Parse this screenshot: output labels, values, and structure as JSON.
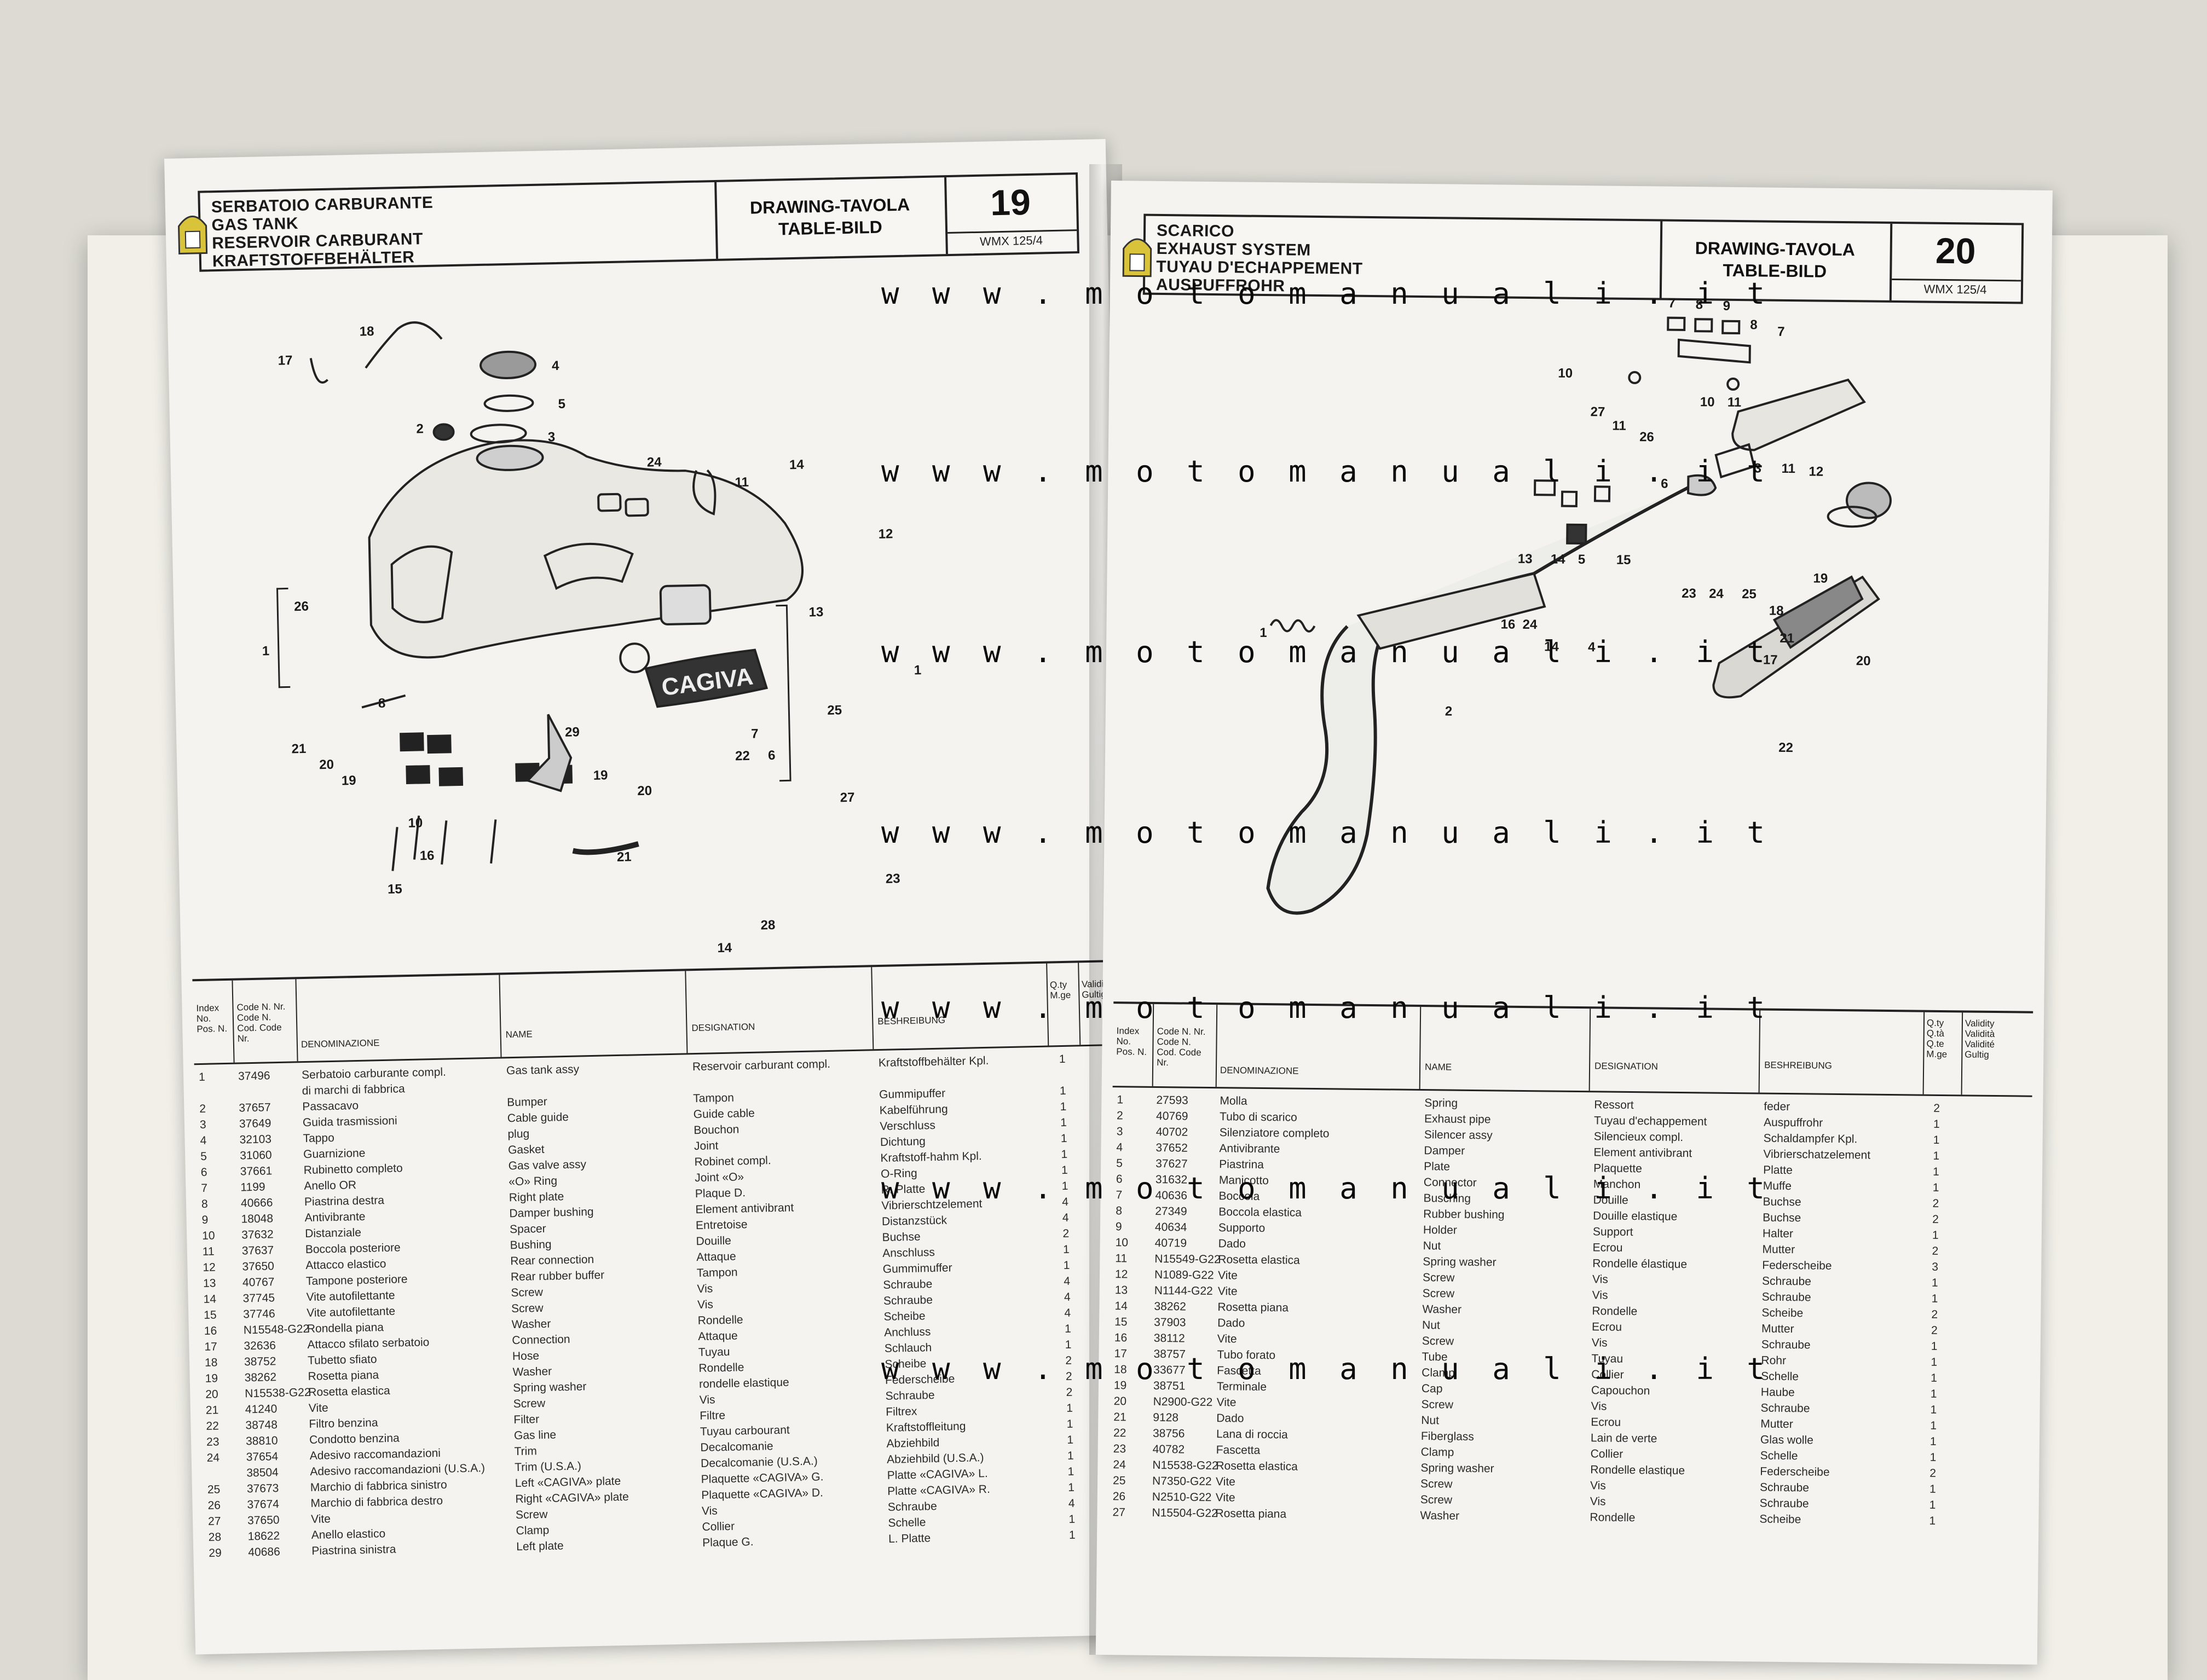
{
  "watermark": "w w w . m o t o m a n u a l i . i t",
  "left_page": {
    "header": {
      "names": [
        "SERBATOIO CARBURANTE",
        "GAS TANK",
        "RESERVOIR CARBURANT",
        "KRAFTSTOFFBEHÄLTER"
      ],
      "drawing_label": "DRAWING-TAVOLA",
      "table_label": "TABLE-BILD",
      "number": "19",
      "model": "WMX 125/4"
    },
    "callouts": [
      "18",
      "4",
      "17",
      "5",
      "2",
      "3",
      "24",
      "14",
      "11",
      "12",
      "13",
      "1",
      "26",
      "8",
      "29",
      "25",
      "7",
      "22",
      "6",
      "21",
      "20",
      "19",
      "10",
      "16",
      "15",
      "27",
      "23",
      "28",
      "14",
      "21",
      "20",
      "19",
      "1"
    ],
    "table_header": {
      "index": "Index No. Pos. N.",
      "code": "Code N. Nr. Code N. Cod. Code Nr.",
      "denominazione": "DENOMINAZIONE",
      "name": "NAME",
      "designation": "DESIGNATION",
      "beshreibung": "BESHREIBUNG",
      "qty": "Q.ty M.ge",
      "validity": "Validity Gultig"
    },
    "rows": [
      {
        "i": "1",
        "c": "37496",
        "d": "Serbatoio carburante compl.",
        "n": "Gas tank assy",
        "g": "Reservoir carburant compl.",
        "b": "Kraftstoffbehälter Kpl.",
        "q": "1"
      },
      {
        "i": "",
        "c": "",
        "d": "di marchi di fabbrica",
        "n": "",
        "g": "",
        "b": "",
        "q": ""
      },
      {
        "i": "2",
        "c": "37657",
        "d": "Passacavo",
        "n": "Bumper",
        "g": "Tampon",
        "b": "Gummipuffer",
        "q": "1"
      },
      {
        "i": "3",
        "c": "37649",
        "d": "Guida trasmissioni",
        "n": "Cable guide",
        "g": "Guide cable",
        "b": "Kabelführung",
        "q": "1"
      },
      {
        "i": "4",
        "c": "32103",
        "d": "Tappo",
        "n": "plug",
        "g": "Bouchon",
        "b": "Verschluss",
        "q": "1"
      },
      {
        "i": "5",
        "c": "31060",
        "d": "Guarnizione",
        "n": "Gasket",
        "g": "Joint",
        "b": "Dichtung",
        "q": "1"
      },
      {
        "i": "6",
        "c": "37661",
        "d": "Rubinetto completo",
        "n": "Gas valve assy",
        "g": "Robinet compl.",
        "b": "Kraftstoff-hahm Kpl.",
        "q": "1"
      },
      {
        "i": "7",
        "c": "1199",
        "d": "Anello OR",
        "n": "«O» Ring",
        "g": "Joint «O»",
        "b": "O-Ring",
        "q": "1"
      },
      {
        "i": "8",
        "c": "40666",
        "d": "Piastrina destra",
        "n": "Right plate",
        "g": "Plaque D.",
        "b": "R. Platte",
        "q": "1"
      },
      {
        "i": "9",
        "c": "18048",
        "d": "Antivibrante",
        "n": "Damper bushing",
        "g": "Element antivibrant",
        "b": "Vibrierschtzelement",
        "q": "4"
      },
      {
        "i": "10",
        "c": "37632",
        "d": "Distanziale",
        "n": "Spacer",
        "g": "Entretoise",
        "b": "Distanzstück",
        "q": "4"
      },
      {
        "i": "11",
        "c": "37637",
        "d": "Boccola posteriore",
        "n": "Bushing",
        "g": "Douille",
        "b": "Buchse",
        "q": "2"
      },
      {
        "i": "12",
        "c": "37650",
        "d": "Attacco elastico",
        "n": "Rear connection",
        "g": "Attaque",
        "b": "Anschluss",
        "q": "1"
      },
      {
        "i": "13",
        "c": "40767",
        "d": "Tampone posteriore",
        "n": "Rear rubber buffer",
        "g": "Tampon",
        "b": "Gummimuffer",
        "q": "1"
      },
      {
        "i": "14",
        "c": "37745",
        "d": "Vite autofilettante",
        "n": "Screw",
        "g": "Vis",
        "b": "Schraube",
        "q": "4"
      },
      {
        "i": "15",
        "c": "37746",
        "d": "Vite autofilettante",
        "n": "Screw",
        "g": "Vis",
        "b": "Schraube",
        "q": "4"
      },
      {
        "i": "16",
        "c": "N15548-G22",
        "d": "Rondella piana",
        "n": "Washer",
        "g": "Rondelle",
        "b": "Scheibe",
        "q": "4"
      },
      {
        "i": "17",
        "c": "32636",
        "d": "Attacco sfilato serbatoio",
        "n": "Connection",
        "g": "Attaque",
        "b": "Anchluss",
        "q": "1"
      },
      {
        "i": "18",
        "c": "38752",
        "d": "Tubetto sfiato",
        "n": "Hose",
        "g": "Tuyau",
        "b": "Schlauch",
        "q": "1"
      },
      {
        "i": "19",
        "c": "38262",
        "d": "Rosetta piana",
        "n": "Washer",
        "g": "Rondelle",
        "b": "Scheibe",
        "q": "2"
      },
      {
        "i": "20",
        "c": "N15538-G22",
        "d": "Rosetta elastica",
        "n": "Spring washer",
        "g": "rondelle elastique",
        "b": "Federscheibe",
        "q": "2"
      },
      {
        "i": "21",
        "c": "41240",
        "d": "Vite",
        "n": "Screw",
        "g": "Vis",
        "b": "Schraube",
        "q": "2"
      },
      {
        "i": "22",
        "c": "38748",
        "d": "Filtro benzina",
        "n": "Filter",
        "g": "Filtre",
        "b": "Filtrex",
        "q": "1"
      },
      {
        "i": "23",
        "c": "38810",
        "d": "Condotto benzina",
        "n": "Gas line",
        "g": "Tuyau carbourant",
        "b": "Kraftstoffleitung",
        "q": "1"
      },
      {
        "i": "24",
        "c": "37654",
        "d": "Adesivo raccomandazioni",
        "n": "Trim",
        "g": "Decalcomanie",
        "b": "Abziehbild",
        "q": "1"
      },
      {
        "i": "",
        "c": "38504",
        "d": "Adesivo raccomandazioni (U.S.A.)",
        "n": "Trim (U.S.A.)",
        "g": "Decalcomanie (U.S.A.)",
        "b": "Abziehbild (U.S.A.)",
        "q": "1"
      },
      {
        "i": "25",
        "c": "37673",
        "d": "Marchio di fabbrica sinistro",
        "n": "Left «CAGIVA» plate",
        "g": "Plaquette «CAGIVA» G.",
        "b": "Platte «CAGIVA» L.",
        "q": "1"
      },
      {
        "i": "26",
        "c": "37674",
        "d": "Marchio di fabbrica destro",
        "n": "Right «CAGIVA» plate",
        "g": "Plaquette «CAGIVA» D.",
        "b": "Platte «CAGIVA» R.",
        "q": "1"
      },
      {
        "i": "27",
        "c": "37650",
        "d": "Vite",
        "n": "Screw",
        "g": "Vis",
        "b": "Schraube",
        "q": "4"
      },
      {
        "i": "28",
        "c": "18622",
        "d": "Anello elastico",
        "n": "Clamp",
        "g": "Collier",
        "b": "Schelle",
        "q": "1"
      },
      {
        "i": "29",
        "c": "40686",
        "d": "Piastrina sinistra",
        "n": "Left plate",
        "g": "Plaque G.",
        "b": "L. Platte",
        "q": "1"
      }
    ]
  },
  "right_page": {
    "header": {
      "names": [
        "SCARICO",
        "EXHAUST SYSTEM",
        "TUYAU D'ECHAPPEMENT",
        "AUSPUFFROHR"
      ],
      "drawing_label": "DRAWING-TAVOLA",
      "table_label": "TABLE-BILD",
      "number": "20",
      "model": "WMX 125/4"
    },
    "callouts": [
      "7",
      "8",
      "9",
      "8",
      "7",
      "10",
      "10",
      "11",
      "27",
      "11",
      "26",
      "3",
      "11",
      "12",
      "6",
      "13",
      "14",
      "5",
      "15",
      "23",
      "24",
      "25",
      "19",
      "18",
      "21",
      "20",
      "16",
      "24",
      "14",
      "4",
      "17",
      "1",
      "2",
      "22"
    ],
    "table_header": {
      "index": "Index No. Pos. N.",
      "code": "Code N. Nr. Code N. Cod. Code Nr.",
      "denominazione": "DENOMINAZIONE",
      "name": "NAME",
      "designation": "DESIGNATION",
      "beshreibung": "BESHREIBUNG",
      "qty": "Q.ty Q.tà Q.te M.ge",
      "validity": "Validity Validità Validité Gultig"
    },
    "rows": [
      {
        "i": "1",
        "c": "27593",
        "d": "Molla",
        "n": "Spring",
        "g": "Ressort",
        "b": "feder",
        "q": "2"
      },
      {
        "i": "2",
        "c": "40769",
        "d": "Tubo di scarico",
        "n": "Exhaust pipe",
        "g": "Tuyau d'echappement",
        "b": "Auspuffrohr",
        "q": "1"
      },
      {
        "i": "3",
        "c": "40702",
        "d": "Silenziatore completo",
        "n": "Silencer assy",
        "g": "Silencieux compl.",
        "b": "Schaldampfer Kpl.",
        "q": "1"
      },
      {
        "i": "4",
        "c": "37652",
        "d": "Antivibrante",
        "n": "Damper",
        "g": "Element antivibrant",
        "b": "Vibrierschatzelement",
        "q": "1"
      },
      {
        "i": "5",
        "c": "37627",
        "d": "Piastrina",
        "n": "Plate",
        "g": "Plaquette",
        "b": "Platte",
        "q": "1"
      },
      {
        "i": "6",
        "c": "31632",
        "d": "Manicotto",
        "n": "Connector",
        "g": "Manchon",
        "b": "Muffe",
        "q": "1"
      },
      {
        "i": "7",
        "c": "40636",
        "d": "Boccola",
        "n": "Busching",
        "g": "Douille",
        "b": "Buchse",
        "q": "2"
      },
      {
        "i": "8",
        "c": "27349",
        "d": "Boccola elastica",
        "n": "Rubber bushing",
        "g": "Douille elastique",
        "b": "Buchse",
        "q": "2"
      },
      {
        "i": "9",
        "c": "40634",
        "d": "Supporto",
        "n": "Holder",
        "g": "Support",
        "b": "Halter",
        "q": "1"
      },
      {
        "i": "10",
        "c": "40719",
        "d": "Dado",
        "n": "Nut",
        "g": "Ecrou",
        "b": "Mutter",
        "q": "2"
      },
      {
        "i": "11",
        "c": "N15549-G22",
        "d": "Rosetta elastica",
        "n": "Spring washer",
        "g": "Rondelle élastique",
        "b": "Federscheibe",
        "q": "3"
      },
      {
        "i": "12",
        "c": "N1089-G22",
        "d": "Vite",
        "n": "Screw",
        "g": "Vis",
        "b": "Schraube",
        "q": "1"
      },
      {
        "i": "13",
        "c": "N1144-G22",
        "d": "Vite",
        "n": "Screw",
        "g": "Vis",
        "b": "Schraube",
        "q": "1"
      },
      {
        "i": "14",
        "c": "38262",
        "d": "Rosetta piana",
        "n": "Washer",
        "g": "Rondelle",
        "b": "Scheibe",
        "q": "2"
      },
      {
        "i": "15",
        "c": "37903",
        "d": "Dado",
        "n": "Nut",
        "g": "Ecrou",
        "b": "Mutter",
        "q": "2"
      },
      {
        "i": "16",
        "c": "38112",
        "d": "Vite",
        "n": "Screw",
        "g": "Vis",
        "b": "Schraube",
        "q": "1"
      },
      {
        "i": "17",
        "c": "38757",
        "d": "Tubo forato",
        "n": "Tube",
        "g": "Tuyau",
        "b": "Rohr",
        "q": "1"
      },
      {
        "i": "18",
        "c": "33677",
        "d": "Fascetta",
        "n": "Clamp",
        "g": "Collier",
        "b": "Schelle",
        "q": "1"
      },
      {
        "i": "19",
        "c": "38751",
        "d": "Terminale",
        "n": "Cap",
        "g": "Capouchon",
        "b": "Haube",
        "q": "1"
      },
      {
        "i": "20",
        "c": "N2900-G22",
        "d": "Vite",
        "n": "Screw",
        "g": "Vis",
        "b": "Schraube",
        "q": "1"
      },
      {
        "i": "21",
        "c": "9128",
        "d": "Dado",
        "n": "Nut",
        "g": "Ecrou",
        "b": "Mutter",
        "q": "1"
      },
      {
        "i": "22",
        "c": "38756",
        "d": "Lana di roccia",
        "n": "Fiberglass",
        "g": "Lain de verte",
        "b": "Glas wolle",
        "q": "1"
      },
      {
        "i": "23",
        "c": "40782",
        "d": "Fascetta",
        "n": "Clamp",
        "g": "Collier",
        "b": "Schelle",
        "q": "1"
      },
      {
        "i": "24",
        "c": "N15538-G22",
        "d": "Rosetta elastica",
        "n": "Spring washer",
        "g": "Rondelle elastique",
        "b": "Federscheibe",
        "q": "2"
      },
      {
        "i": "25",
        "c": "N7350-G22",
        "d": "Vite",
        "n": "Screw",
        "g": "Vis",
        "b": "Schraube",
        "q": "1"
      },
      {
        "i": "26",
        "c": "N2510-G22",
        "d": "Vite",
        "n": "Screw",
        "g": "Vis",
        "b": "Schraube",
        "q": "1"
      },
      {
        "i": "27",
        "c": "N15504-G22",
        "d": "Rosetta piana",
        "n": "Washer",
        "g": "Rondelle",
        "b": "Scheibe",
        "q": "1"
      }
    ]
  }
}
